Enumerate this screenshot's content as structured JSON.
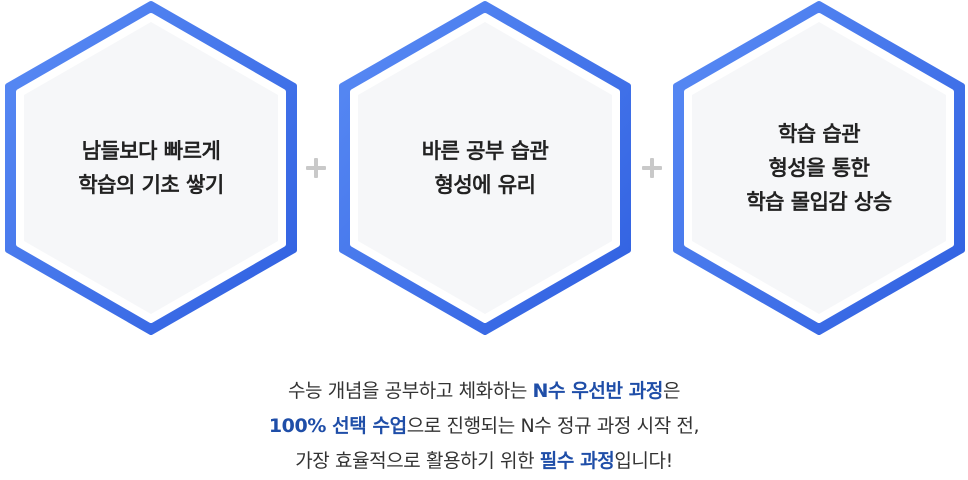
{
  "colors": {
    "hex_border": "#3d6ff0",
    "hex_fill": "#f6f7f9",
    "plus": "#c9c9c9",
    "highlight": "#1f4ea8",
    "text": "#222222"
  },
  "hexagons": [
    {
      "lines": [
        "남들보다 빠르게",
        "학습의 기초 쌓기"
      ]
    },
    {
      "lines": [
        "바른 공부 습관",
        "형성에 유리"
      ]
    },
    {
      "lines": [
        "학습 습관",
        "형성을 통한",
        "학습 몰입감 상승"
      ]
    }
  ],
  "plus_icon_name": "plus-icon",
  "description": {
    "line1": {
      "a": "수능 개념을 공부하고 체화하는 ",
      "b": "N수 우선반 과정",
      "c": "은"
    },
    "line2": {
      "a": "100% 선택 수업",
      "b": "으로 진행되는 N수 정규 과정 시작 전,"
    },
    "line3": {
      "a": "가장 효율적으로 활용하기 위한 ",
      "b": "필수 과정",
      "c": "입니다!"
    }
  }
}
